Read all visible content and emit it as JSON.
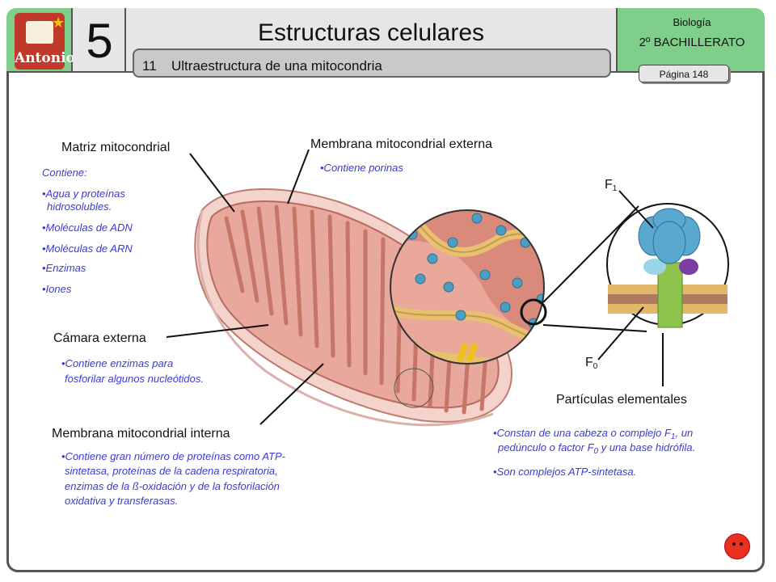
{
  "header": {
    "logo_text": "Antonio",
    "unit_number": "5",
    "title": "Estructuras celulares",
    "section_number": "11",
    "section_title": "Ultraestructura de una mitocondria",
    "subject": "Biología",
    "course": "2º BACHILLERATO",
    "page": "Página 148"
  },
  "diagram": {
    "matrix": {
      "label": "Matriz mitocondrial",
      "notes": [
        "Contiene:",
        "•Agua y proteínas",
        "hidrosolubles.",
        "•Moléculas de ADN",
        "•Moléculas de ARN",
        "•Enzimas",
        "•Iones"
      ]
    },
    "outer_membrane": {
      "label": "Membrana mitocondrial externa",
      "notes": [
        "•Contiene porinas"
      ]
    },
    "outer_chamber": {
      "label": "Cámara externa",
      "notes": [
        "•Contiene enzimas para",
        "fosforilar algunos nucleótidos."
      ]
    },
    "inner_membrane": {
      "label": "Membrana mitocondrial interna",
      "notes": [
        "•Contiene gran número de proteínas como ATP-",
        "sintetasa, proteínas de la cadena respiratoria,",
        "enzimas de la ß-oxidación y de la fosforilación",
        "oxidativa y transferasas."
      ]
    },
    "particles": {
      "label": "Partículas elementales",
      "f1_base": "F",
      "f1_sub": "1",
      "f0_base": "F",
      "f0_sub": "0",
      "note1_a": "•Constan de una cabeza o complejo F",
      "note1_sub1": "1",
      "note1_b": ", un",
      "note1_c": "pedúnculo o factor F",
      "note1_sub2": "0",
      "note1_d": " y una base hidrófila.",
      "note2": "•Son complejos ATP-sintetasa."
    }
  }
}
